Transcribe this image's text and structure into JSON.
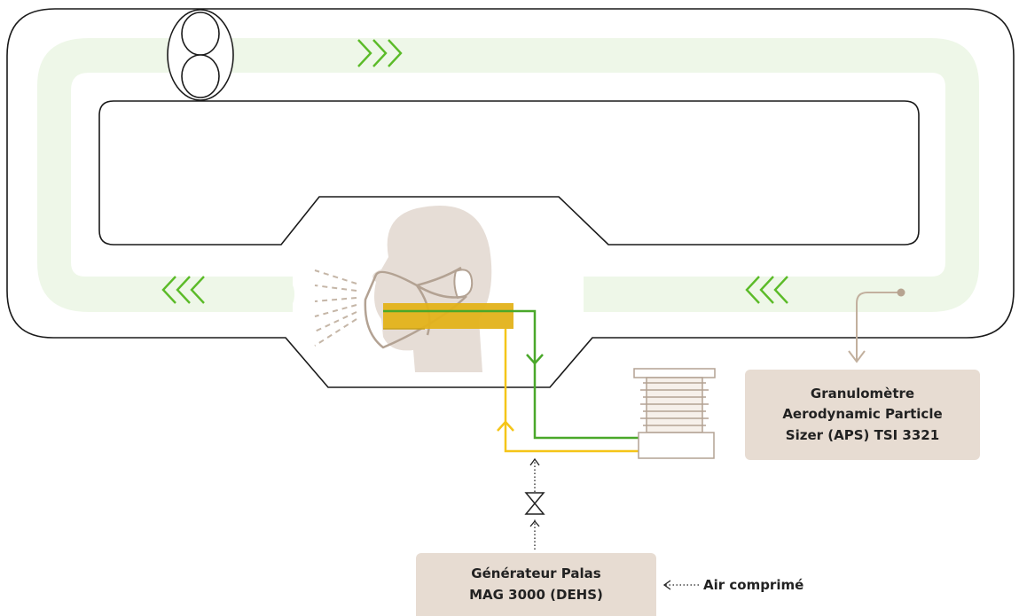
{
  "aps_box": {
    "line1": "Granulomètre",
    "line2": "Aerodynamic Particle",
    "line3": "Sizer (APS) TSI 3321"
  },
  "palas_box": {
    "line1": "Générateur Palas",
    "line2": "MAG 3000 (DEHS)"
  },
  "air_label": "Air comprimé",
  "colors": {
    "outline": "#1a1a1a",
    "airflow_band": "#eef7e8",
    "flow_arrow": "#5bbb28",
    "green_line": "#4aa82a",
    "yellow_line": "#f5c518",
    "mask_bar": "#e3b21a",
    "box_fill": "#e7dcd2",
    "probe_line": "#c2b09e",
    "head": "#e6ddd6"
  },
  "icons": {
    "fan": "fan-icon",
    "valve": "valve-icon",
    "humidifier": "bellows-icon",
    "head": "head-with-mask-icon"
  }
}
